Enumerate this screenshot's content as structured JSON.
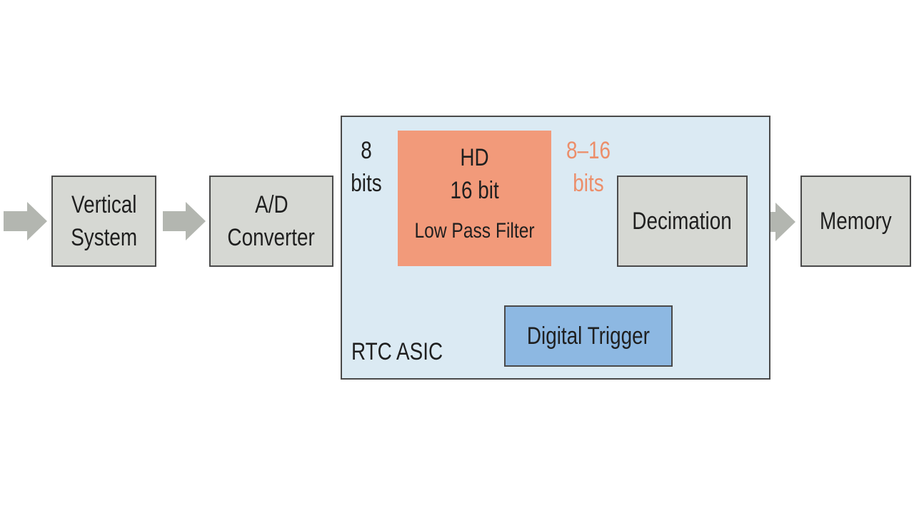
{
  "blocks": {
    "vertical_system": [
      "Vertical",
      "System"
    ],
    "ad_converter": [
      "A/D",
      "Converter"
    ],
    "decimation": "Decimation",
    "memory": "Memory",
    "hd_filter": {
      "line1": "HD",
      "line2": "16 bit",
      "line3": "Low Pass Filter"
    },
    "digital_trigger": "Digital Trigger",
    "asic_label": "RTC ASIC"
  },
  "labels": {
    "input_bits": [
      "8",
      "bits"
    ],
    "output_bits": [
      "8–16",
      "bits"
    ]
  },
  "colors": {
    "gray_block": "#d6d8d3",
    "gray_arrow": "#b3b6b0",
    "asic_bg": "#dbeaf3",
    "hd_filter": "#f29a7a",
    "orange_arrow": "#f0845c",
    "orange_text": "#ec8e6a",
    "trigger": "#8db8e2",
    "blue_arrow": "#8db8e2",
    "border": "#4a4a4a"
  }
}
